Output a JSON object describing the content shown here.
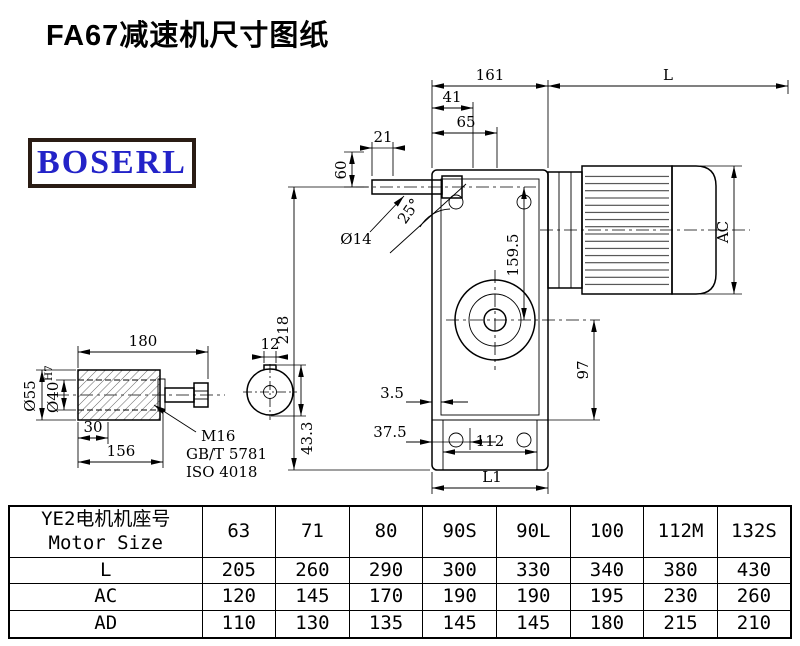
{
  "page": {
    "title": "FA67减速机尺寸图纸",
    "logo": "BOSERL"
  },
  "drawing": {
    "main_view": {
      "dims": {
        "width_161": "161",
        "motor_length_L": "L",
        "d41": "41",
        "d65": "65",
        "d21": "21",
        "d60": "60",
        "shaft_dia": "Ø14",
        "height_218": "218",
        "angle_25": "25°",
        "center_159_5": "159.5",
        "motor_dia_AC": "AC",
        "d97": "97",
        "d3_5": "3.5",
        "d37_5": "37.5",
        "d112": "112",
        "base_L1": "L1"
      }
    },
    "shaft_view": {
      "dims": {
        "d180": "180",
        "d12": "12",
        "hub_dia": "Ø55",
        "bore_dia": "Ø40",
        "bore_tol": "H7",
        "d30": "30",
        "d156": "156",
        "d43_3": "43.3"
      },
      "callout": {
        "line1": "M16",
        "line2": "GB/T 5781",
        "line3": "ISO 4018"
      }
    }
  },
  "table": {
    "header": {
      "line1": "YE2电机机座号",
      "line2": "Motor Size"
    },
    "columns": [
      "63",
      "71",
      "80",
      "90S",
      "90L",
      "100",
      "112M",
      "132S"
    ],
    "rows": [
      {
        "label": "L",
        "values": [
          "205",
          "260",
          "290",
          "300",
          "330",
          "340",
          "380",
          "430"
        ]
      },
      {
        "label": "AC",
        "values": [
          "120",
          "145",
          "170",
          "190",
          "190",
          "195",
          "230",
          "260"
        ]
      },
      {
        "label": "AD",
        "values": [
          "110",
          "130",
          "135",
          "145",
          "145",
          "180",
          "215",
          "210"
        ]
      }
    ]
  }
}
